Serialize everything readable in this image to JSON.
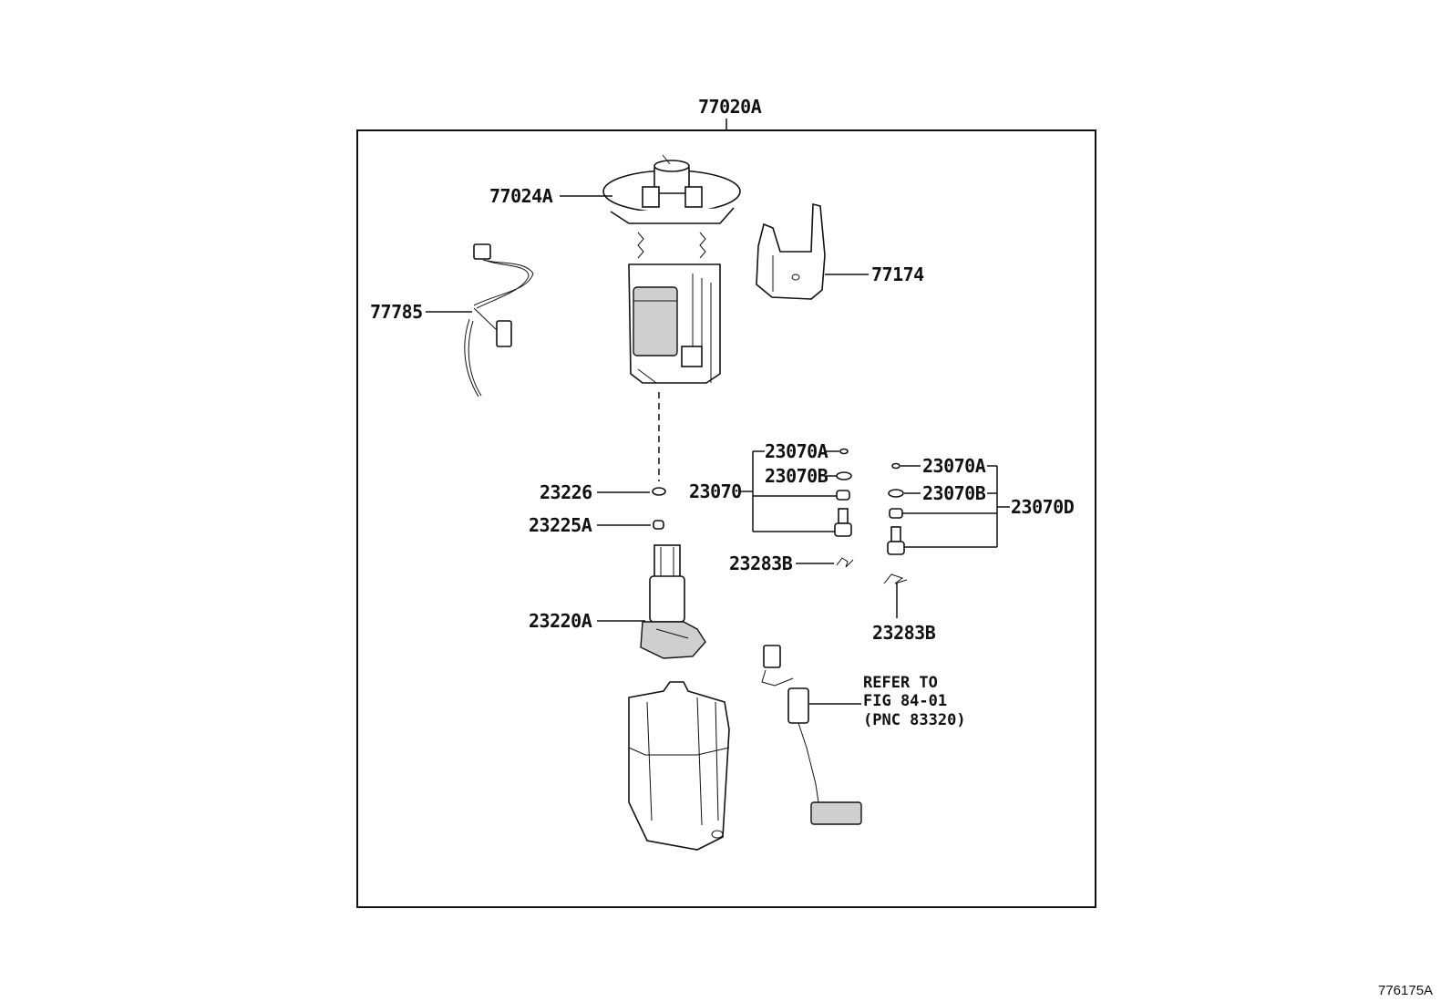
{
  "labels": {
    "assembly": "77020A",
    "sender_gauge_set": "77024A",
    "bracket": "77174",
    "wire_harness": "77785",
    "cushion": "23226",
    "filter_ring": "23225A",
    "fuel_pump": "23220A",
    "regulator_set_left": "23070",
    "regulator_o_ring_a_left": "23070A",
    "regulator_o_ring_b_left": "23070B",
    "regulator_o_ring_a_right": "23070A",
    "regulator_o_ring_b_right": "23070B",
    "regulator_set_right": "23070D",
    "clip_left": "23283B",
    "clip_right": "23283B"
  },
  "reference_note": {
    "line1": "REFER TO",
    "line2": "FIG 84-01",
    "line3": "(PNC 83320)"
  },
  "figure_id": "776175A"
}
